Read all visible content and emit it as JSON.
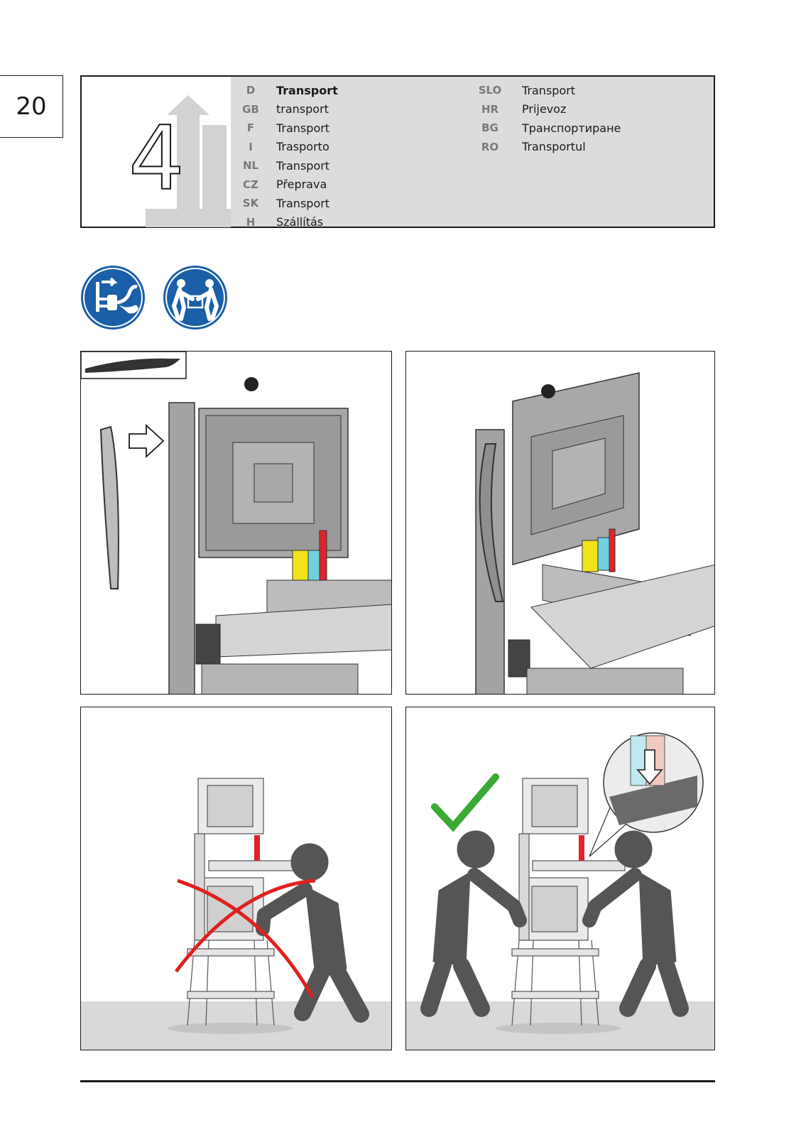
{
  "page": {
    "number": "20"
  },
  "header": {
    "chapter_number": "4",
    "languages_left": [
      {
        "code": "D",
        "text": "Transport",
        "primary": true
      },
      {
        "code": "GB",
        "text": "transport"
      },
      {
        "code": "F",
        "text": "Transport"
      },
      {
        "code": "I",
        "text": "Trasporto"
      },
      {
        "code": "NL",
        "text": "Transport"
      },
      {
        "code": "CZ",
        "text": "Přeprava"
      },
      {
        "code": "SK",
        "text": "Transport"
      },
      {
        "code": "H",
        "text": "Szállítás"
      }
    ],
    "languages_right": [
      {
        "code": "SLO",
        "text": "Transport"
      },
      {
        "code": "HR",
        "text": "Prijevoz"
      },
      {
        "code": "BG",
        "text": "Транспортиране"
      },
      {
        "code": "RO",
        "text": "Transportul"
      }
    ]
  },
  "safety_icons": [
    {
      "icon": "unplug-before-work-icon",
      "color": "#1b5fa8"
    },
    {
      "icon": "two-person-lift-icon",
      "color": "#1b5fa8"
    }
  ],
  "panels": [
    {
      "name": "panel-attach-handle",
      "icon": "band-saw-icon"
    },
    {
      "name": "panel-handle-attached",
      "icon": "band-saw-icon"
    },
    {
      "name": "panel-wrong-lifting",
      "icon": "wrong-cross-icon",
      "mark_color": "#e02020"
    },
    {
      "name": "panel-correct-lifting",
      "icon": "correct-check-icon",
      "mark_color": "#3aaa35"
    }
  ],
  "colors": {
    "gray_box": "#dcdcdc",
    "figure": "#5a5a5a",
    "accent_blue": "#1b5fa8"
  }
}
